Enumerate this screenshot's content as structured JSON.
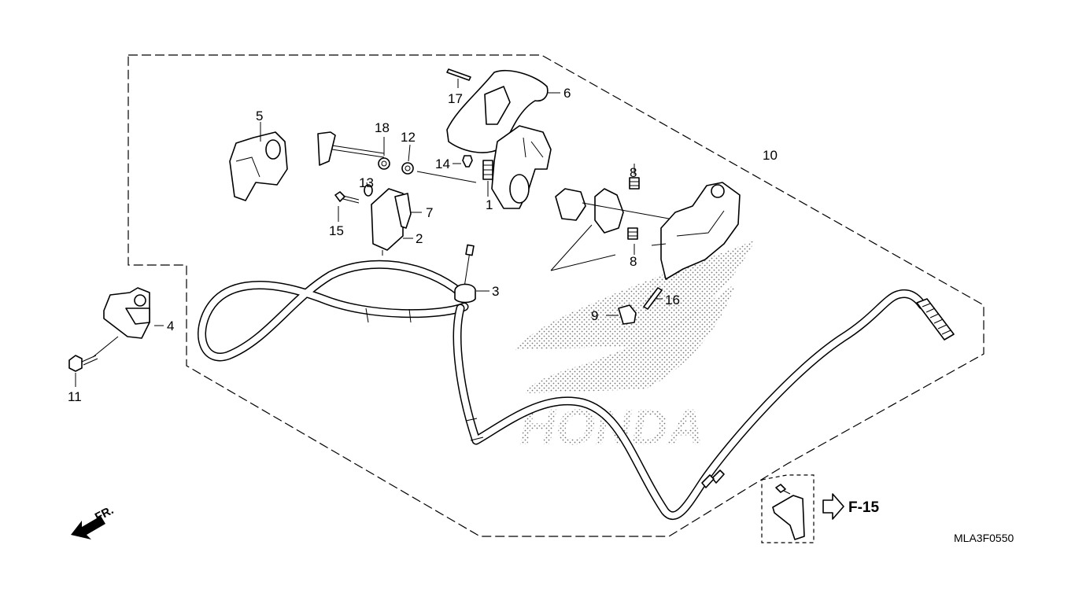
{
  "callouts": {
    "c1": "1",
    "c2": "2",
    "c3": "3",
    "c4": "4",
    "c5": "5",
    "c6": "6",
    "c7": "7",
    "c8a": "8",
    "c8b": "8",
    "c9": "9",
    "c10": "10",
    "c11": "11",
    "c12": "12",
    "c13": "13",
    "c14": "14",
    "c15": "15",
    "c16": "16",
    "c17": "17",
    "c18": "18"
  },
  "reference": "F-15",
  "front_label": "FR.",
  "diagram_code": "MLA3F0550",
  "watermark": "HONDA",
  "icons": [
    "front-arrow-icon",
    "reference-arrow-icon"
  ]
}
